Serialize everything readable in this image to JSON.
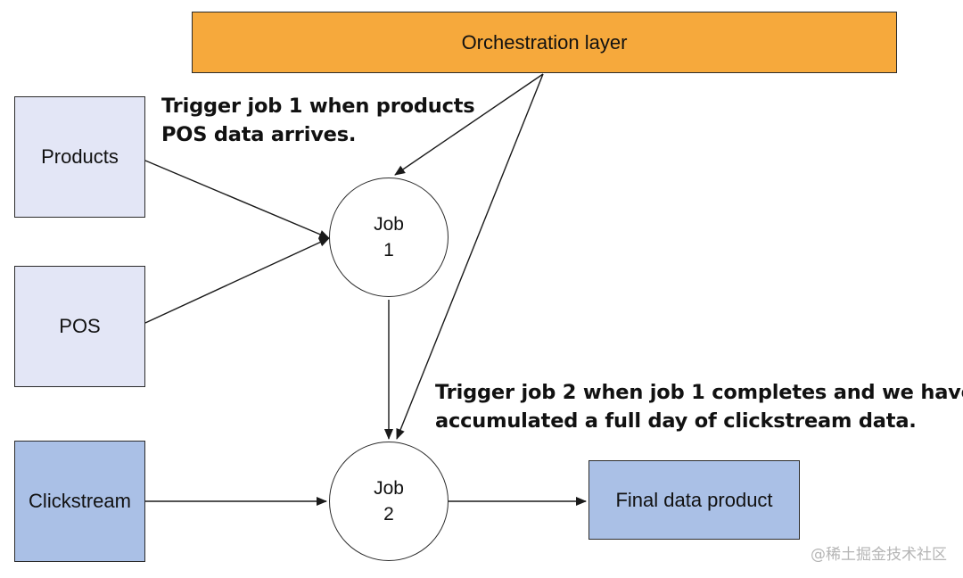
{
  "nodes": {
    "orchestration": "Orchestration layer",
    "products": "Products",
    "pos": "POS",
    "clickstream": "Clickstream",
    "final_product": "Final data product"
  },
  "jobs": {
    "job1": {
      "line1": "Job",
      "line2": "1"
    },
    "job2": {
      "line1": "Job",
      "line2": "2"
    }
  },
  "annotations": {
    "trigger_job1": [
      "Trigger job 1 when products",
      "POS data arrives."
    ],
    "trigger_job2": [
      "Trigger job 2 when job 1 completes and we have",
      "accumulated a full day of clickstream data."
    ]
  },
  "watermark": "@稀土掘金技术社区",
  "colors": {
    "orchestration_fill": "#f6a93c",
    "source_light_fill": "#e3e6f6",
    "source_dark_fill": "#aac0e6",
    "stroke": "#2b2b2b"
  }
}
